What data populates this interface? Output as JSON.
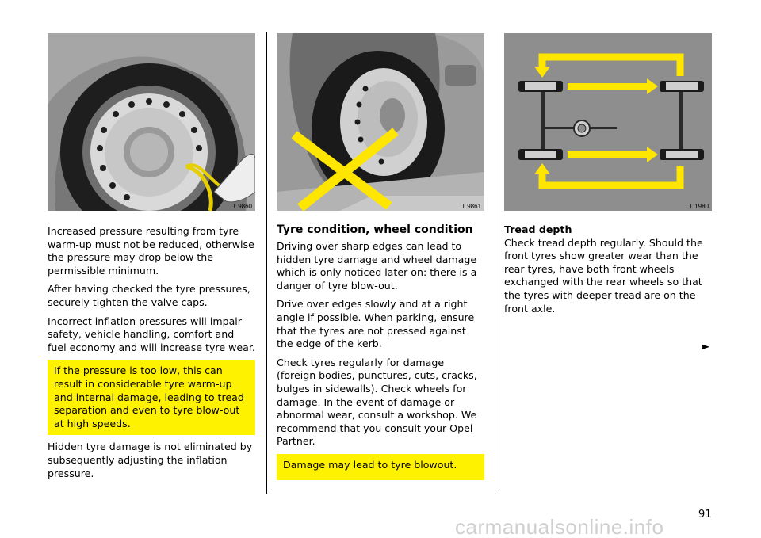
{
  "figures": {
    "fig1_code": "T 9860",
    "fig2_code": "T 9861",
    "fig3_code": "T 1980"
  },
  "col1": {
    "p1": "Increased pressure resulting from tyre warm-up must not be reduced, otherwise the pressure may drop below the permissible minimum.",
    "p2": "After having checked the tyre pressures, securely tighten the valve caps.",
    "p3": "Incorrect inflation pressures will impair safety, vehicle handling, comfort and fuel economy and will increase tyre wear.",
    "warning": "If the pressure is too low, this can result in considerable tyre warm-up and internal damage, leading to tread separation and even to tyre blow-out at high speeds.",
    "p4": "Hidden tyre damage is not eliminated by subsequently adjusting the inflation pressure."
  },
  "col2": {
    "heading": "Tyre condition, wheel condition",
    "p1": "Driving over sharp edges can lead to hidden tyre damage and wheel damage which is only noticed later on: there is a danger of tyre blow-out.",
    "p2": "Drive over edges slowly and at a right angle if possible. When parking, ensure that the tyres are not pressed against the edge of the kerb.",
    "p3": "Check tyres regularly for damage (foreign bodies, punctures, cuts, cracks, bulges in sidewalls). Check wheels for damage. In the event of damage or abnormal wear, consult a workshop. We recommend that you consult your Opel Partner.",
    "warning": "Damage may lead to tyre blowout."
  },
  "col3": {
    "subheading": "Tread depth",
    "p1": "Check tread depth regularly. Should the front tyres show greater wear than the rear tyres, have both front wheels exchanged with the rear wheels so that the tyres with deeper tread are on the front axle.",
    "next_marker": "►"
  },
  "page_number": "91",
  "watermark": "carmanualsonline.info",
  "colors": {
    "warning_bg": "#fff200",
    "arrow_yellow": "#ffe600",
    "figure_bg": "#8f8f8f"
  }
}
